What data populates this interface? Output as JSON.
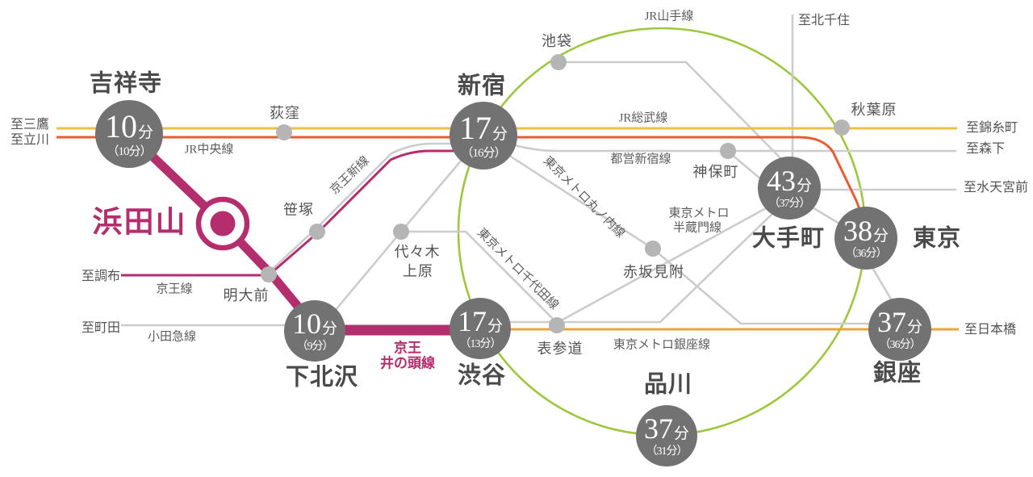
{
  "origin": {
    "name": "浜田山"
  },
  "badge_unit": "分",
  "badges": {
    "kichijoji": {
      "station": "吉祥寺",
      "minutes": "10",
      "transfer": "（10分）"
    },
    "shinjuku": {
      "station": "新宿",
      "minutes": "17",
      "transfer": "（16分）"
    },
    "shimokitazawa": {
      "station": "下北沢",
      "minutes": "10",
      "transfer": "（9分）"
    },
    "shibuya": {
      "station": "渋谷",
      "minutes": "17",
      "transfer": "（13分）"
    },
    "otemachi": {
      "station": "大手町",
      "minutes": "43",
      "transfer": "（37分）"
    },
    "tokyo": {
      "station": "東京",
      "minutes": "38",
      "transfer": "（36分）"
    },
    "ginza": {
      "station": "銀座",
      "minutes": "37",
      "transfer": "（36分）"
    },
    "shinagawa": {
      "station": "品川",
      "minutes": "37",
      "transfer": "（31分）"
    }
  },
  "stations": {
    "ogikubo": "荻窪",
    "sasazuka": "笹塚",
    "meidaimae": "明大前",
    "yoyogi_uehara_line1": "代々木",
    "yoyogi_uehara_line2": "上原",
    "ikebukuro": "池袋",
    "akihabara": "秋葉原",
    "jimbocho": "神保町",
    "akasaka_mitsuke": "赤坂見附",
    "omotesando": "表参道"
  },
  "lines": {
    "jr_chuo": "JR中央線",
    "jr_sobu": "JR総武線",
    "jr_yamanote": "JR山手線",
    "toei_shinjuku": "都営新宿線",
    "metro_marunouchi": "東京メトロ丸ノ内線",
    "metro_chiyoda": "東京メトロ千代田線",
    "metro_hanzomon_line1": "東京メトロ",
    "metro_hanzomon_line2": "半蔵門線",
    "metro_ginza": "東京メトロ銀座線",
    "keio_new": "京王新線",
    "keio": "京王線",
    "odakyu": "小田急線",
    "keio_inokashira_line1": "京王",
    "keio_inokashira_line2": "井の頭線"
  },
  "edges": {
    "mitaka": "至三鷹",
    "tachikawa": "至立川",
    "chofu": "至調布",
    "machida": "至町田",
    "kita_senju": "至北千住",
    "kinshicho": "至錦糸町",
    "morishita": "至森下",
    "suitengumae": "至水天宮前",
    "nihombashi": "至日本橋"
  },
  "colors": {
    "keio_magenta": "#b42e6e",
    "jr_chuo_orange": "#e95c33",
    "jr_sobu_yellow": "#e9c04a",
    "yamanote_green": "#9ec63e",
    "ginza_orange": "#e6a63e",
    "line_gray": "#cccccc",
    "station_dot_gray": "#b5b5b5",
    "badge_gray": "#727272",
    "text_dark": "#4a4a4a"
  }
}
